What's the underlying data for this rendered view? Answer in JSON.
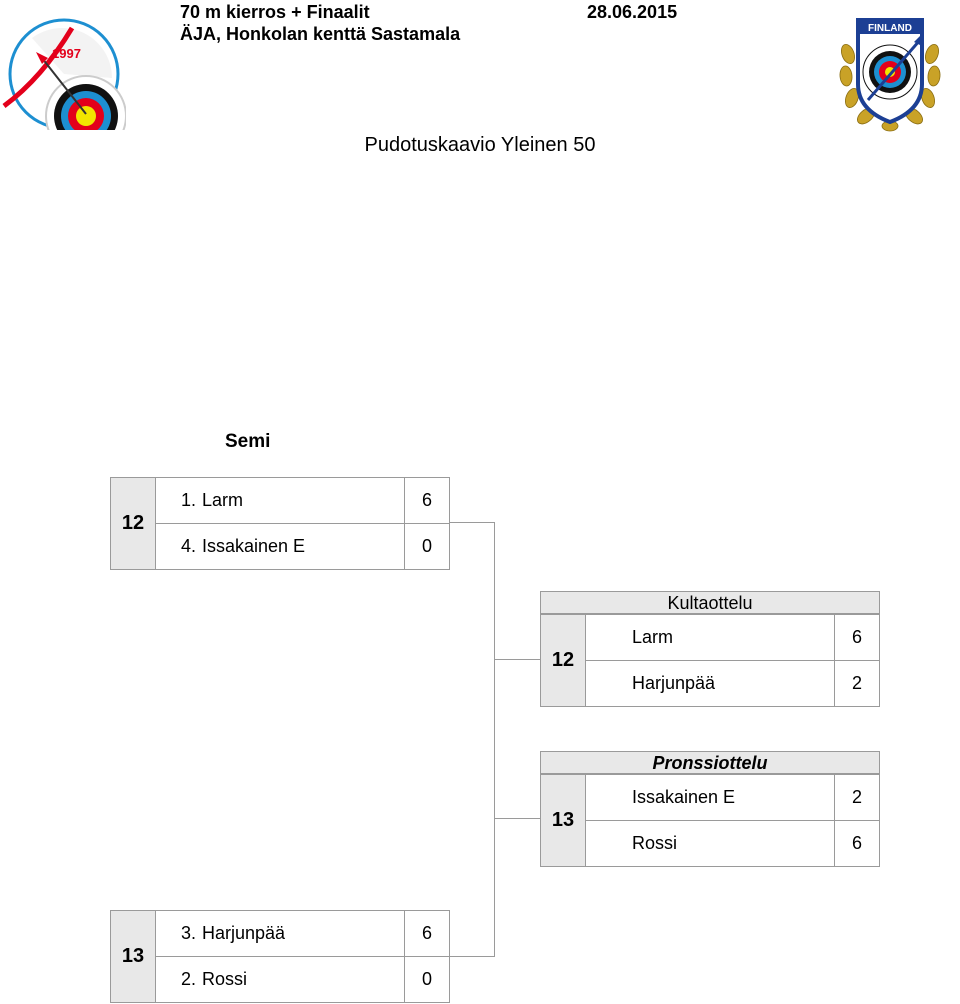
{
  "header": {
    "round": "70 m kierros + Finaalit",
    "date": "28.06.2015",
    "venue": "ÄJA, Honkolan kenttä Sastamala",
    "logo_left_text": "1997",
    "logo_right_text": "FINLAND"
  },
  "title": "Pudotuskaavio Yleinen 50",
  "stage_label": "Semi",
  "semis": [
    {
      "seed": "12",
      "rows": [
        {
          "pos": "1.",
          "name": "Larm",
          "score": "6"
        },
        {
          "pos": "4.",
          "name": "Issakainen E",
          "score": "0"
        }
      ]
    },
    {
      "seed": "13",
      "rows": [
        {
          "pos": "3.",
          "name": "Harjunpää",
          "score": "6"
        },
        {
          "pos": "2.",
          "name": "Rossi",
          "score": "0"
        }
      ]
    }
  ],
  "gold": {
    "title": "Kultaottelu",
    "seed": "12",
    "rows": [
      {
        "name": "Larm",
        "score": "6"
      },
      {
        "name": "Harjunpää",
        "score": "2"
      }
    ]
  },
  "bronze": {
    "title": "Pronssiottelu",
    "seed": "13",
    "rows": [
      {
        "name": "Issakainen E",
        "score": "2"
      },
      {
        "name": "Rossi",
        "score": "6"
      }
    ]
  },
  "colors": {
    "ring_gold": "#f2e600",
    "ring_red": "#e3001b",
    "ring_blue": "#1d8fd1",
    "ring_black": "#111111",
    "laurel_gold": "#c9a227",
    "flag_blue": "#1c3f94"
  }
}
